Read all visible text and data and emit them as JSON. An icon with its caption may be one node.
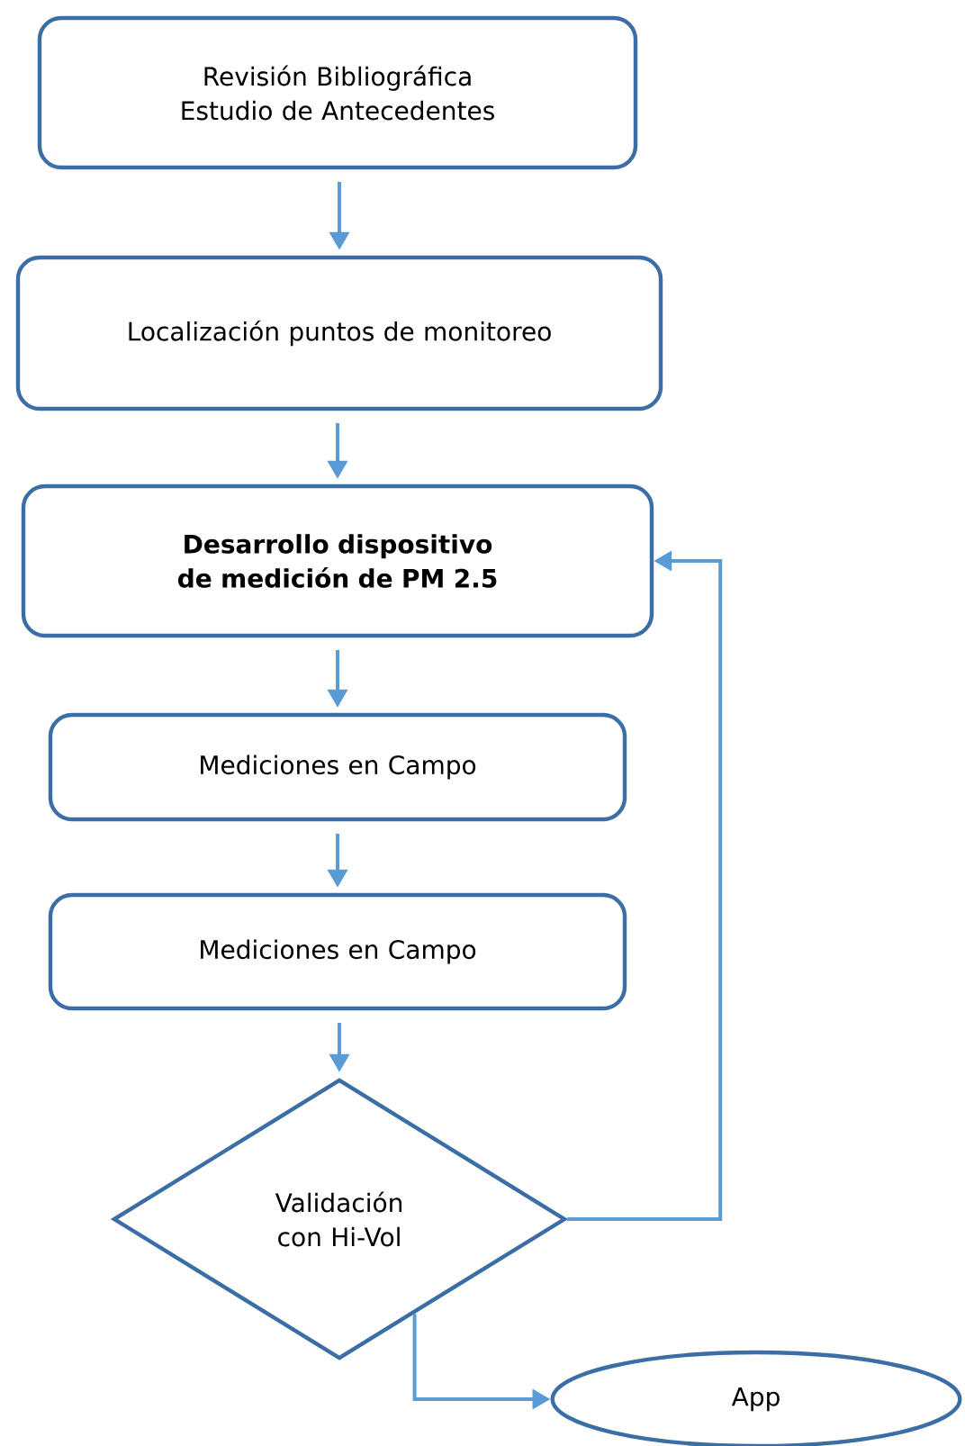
{
  "diagram": {
    "nodes": [
      {
        "text": [
          "Revisión Bibliográfica Estudio de Antecedentes"
        ]
      },
      {
        "text": [
          "Localización puntos de monitoreo"
        ]
      },
      {
        "text": [
          "Desarrollo dispositivo de medición de PM 2.5"
        ]
      },
      {
        "text": [
          "Mediciones en Campo"
        ]
      },
      {
        "text": [
          "Mediciones en Campo"
        ]
      },
      {
        "text": [
          "Validación con Hi-Vol"
        ]
      },
      {
        "text": [
          "App"
        ]
      }
    ],
    "edges": [
      {
        "from": 0,
        "to": 1,
        "arrow": "to"
      },
      {
        "from": 1,
        "to": 2,
        "arrow": "to"
      },
      {
        "from": 2,
        "to": 3,
        "arrow": "to"
      },
      {
        "from": 3,
        "to": 4,
        "arrow": "to"
      },
      {
        "from": 4,
        "to": 5,
        "arrow": "to"
      },
      {
        "from": 5,
        "to": 2,
        "arrow": "to"
      },
      {
        "from": 5,
        "to": 6,
        "arrow": "to"
      }
    ]
  }
}
